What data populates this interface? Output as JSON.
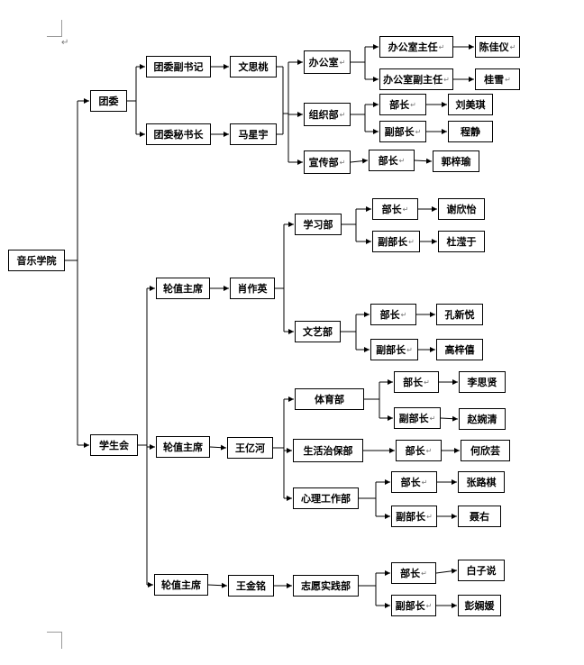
{
  "paragraph_mark": "↵",
  "nodes": {
    "root": "音乐学院",
    "tuanwei": "团委",
    "xueshenghui": "学生会",
    "tw_fushuji": "团委副书记",
    "tw_mishuzhang": "团委秘书长",
    "p_wensitao": "文思桃",
    "p_maxingyu": "马星宇",
    "d_bangongshi": "办公室",
    "d_zuzhibu": "组织部",
    "d_xuanchuanbu": "宣传部",
    "r_bgs_zhuren": "办公室主任",
    "r_bgs_fuzhuren": "办公室副主任",
    "p_chenjiayi": "陈佳仪",
    "p_guixue": "桂雪",
    "r_zz_buzhang": "部长",
    "r_zz_fubuzhang": "副部长",
    "p_liumeiqi": "刘美琪",
    "p_chengjing": "程静",
    "r_xc_buzhang": "部长",
    "p_guoziyu": "郭梓瑜",
    "lz_1": "轮值主席",
    "lz_2": "轮值主席",
    "lz_3": "轮值主席",
    "p_xiaozuoying": "肖作英",
    "p_wangyihe": "王亿河",
    "p_wangjinming": "王金铭",
    "d_xuexibu": "学习部",
    "d_wenyibu": "文艺部",
    "d_tiyubu": "体育部",
    "d_shenghuo": "生活治保部",
    "d_xinli": "心理工作部",
    "d_zhiyuan": "志愿实践部",
    "r_xx_buzhang": "部长",
    "r_xx_fubuzhang": "副部长",
    "p_xiexinyi": "谢欣怡",
    "p_duyuyu": "杜滢于",
    "r_wy_buzhang": "部长",
    "r_wy_fubuzhang": "副部长",
    "p_kongxinyue": "孔新悦",
    "p_gaozixi": "高梓僖",
    "r_ty_buzhang": "部长",
    "r_ty_fubuzhang": "副部长",
    "p_lisixian": "李思贤",
    "p_zhaowanqing": "赵婉清",
    "r_sh_buzhang": "部长",
    "p_hexinyun": "何欣芸",
    "r_xl_buzhang": "部长",
    "r_xl_fubuzhang": "副部长",
    "p_zhangluqi": "张路棋",
    "p_niyou": "聂右",
    "r_zy_buzhang": "部长",
    "r_zy_fubuzhang": "副部长",
    "p_baiziyue": "白子说",
    "p_pengxuanyuan": "彭娴媛"
  }
}
